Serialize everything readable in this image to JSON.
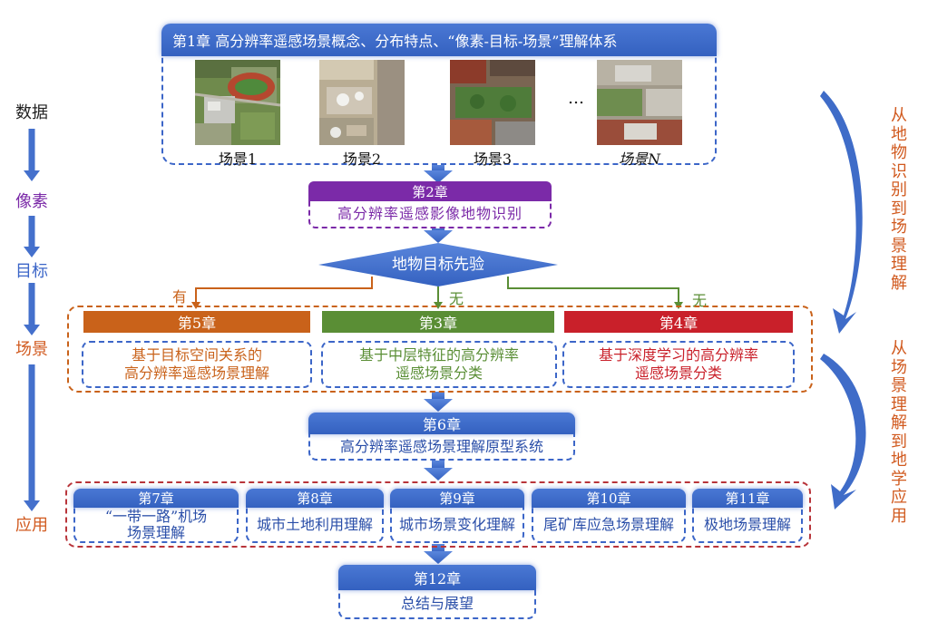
{
  "levels": {
    "data": "数据",
    "pixel": "像素",
    "target": "目标",
    "scene": "场景",
    "application": "应用"
  },
  "ch1": {
    "header": "第1章  高分辨率遥感场景概念、分布特点、“像素-目标-场景”理解体系",
    "scenes": [
      "场景1",
      "场景2",
      "场景3",
      "场景N"
    ],
    "ellipsis": "…"
  },
  "ch2": {
    "header": "第2章",
    "body": "高分辨率遥感影像地物识别"
  },
  "prior": {
    "label": "地物目标先验",
    "yes": "有",
    "no1": "无",
    "no2": "无"
  },
  "ch5": {
    "header": "第5章",
    "body": "基于目标空间关系的\n高分辨率遥感场景理解"
  },
  "ch3": {
    "header": "第3章",
    "body": "基于中层特征的高分辨率\n遥感场景分类"
  },
  "ch4": {
    "header": "第4章",
    "body": "基于深度学习的高分辨率\n遥感场景分类"
  },
  "ch6": {
    "header": "第6章",
    "body": "高分辨率遥感场景理解原型系统"
  },
  "apps": [
    {
      "header": "第7章",
      "body": "“一带一路”机场\n场景理解"
    },
    {
      "header": "第8章",
      "body": "城市土地利用理解"
    },
    {
      "header": "第9章",
      "body": "城市场景变化理解"
    },
    {
      "header": "第10章",
      "body": "尾矿库应急场景理解"
    },
    {
      "header": "第11章",
      "body": "极地场景理解"
    }
  ],
  "ch12": {
    "header": "第12章",
    "body": "总结与展望"
  },
  "side": {
    "top": "从地物识别到场景理解",
    "bottom": "从场景理解到地学应用"
  },
  "colors": {
    "blue": "#3c66c8",
    "purple": "#7b2aa8",
    "orange": "#c9621a",
    "green": "#5a8e35",
    "red": "#c9202a",
    "sidetext": "#d15a1f"
  }
}
